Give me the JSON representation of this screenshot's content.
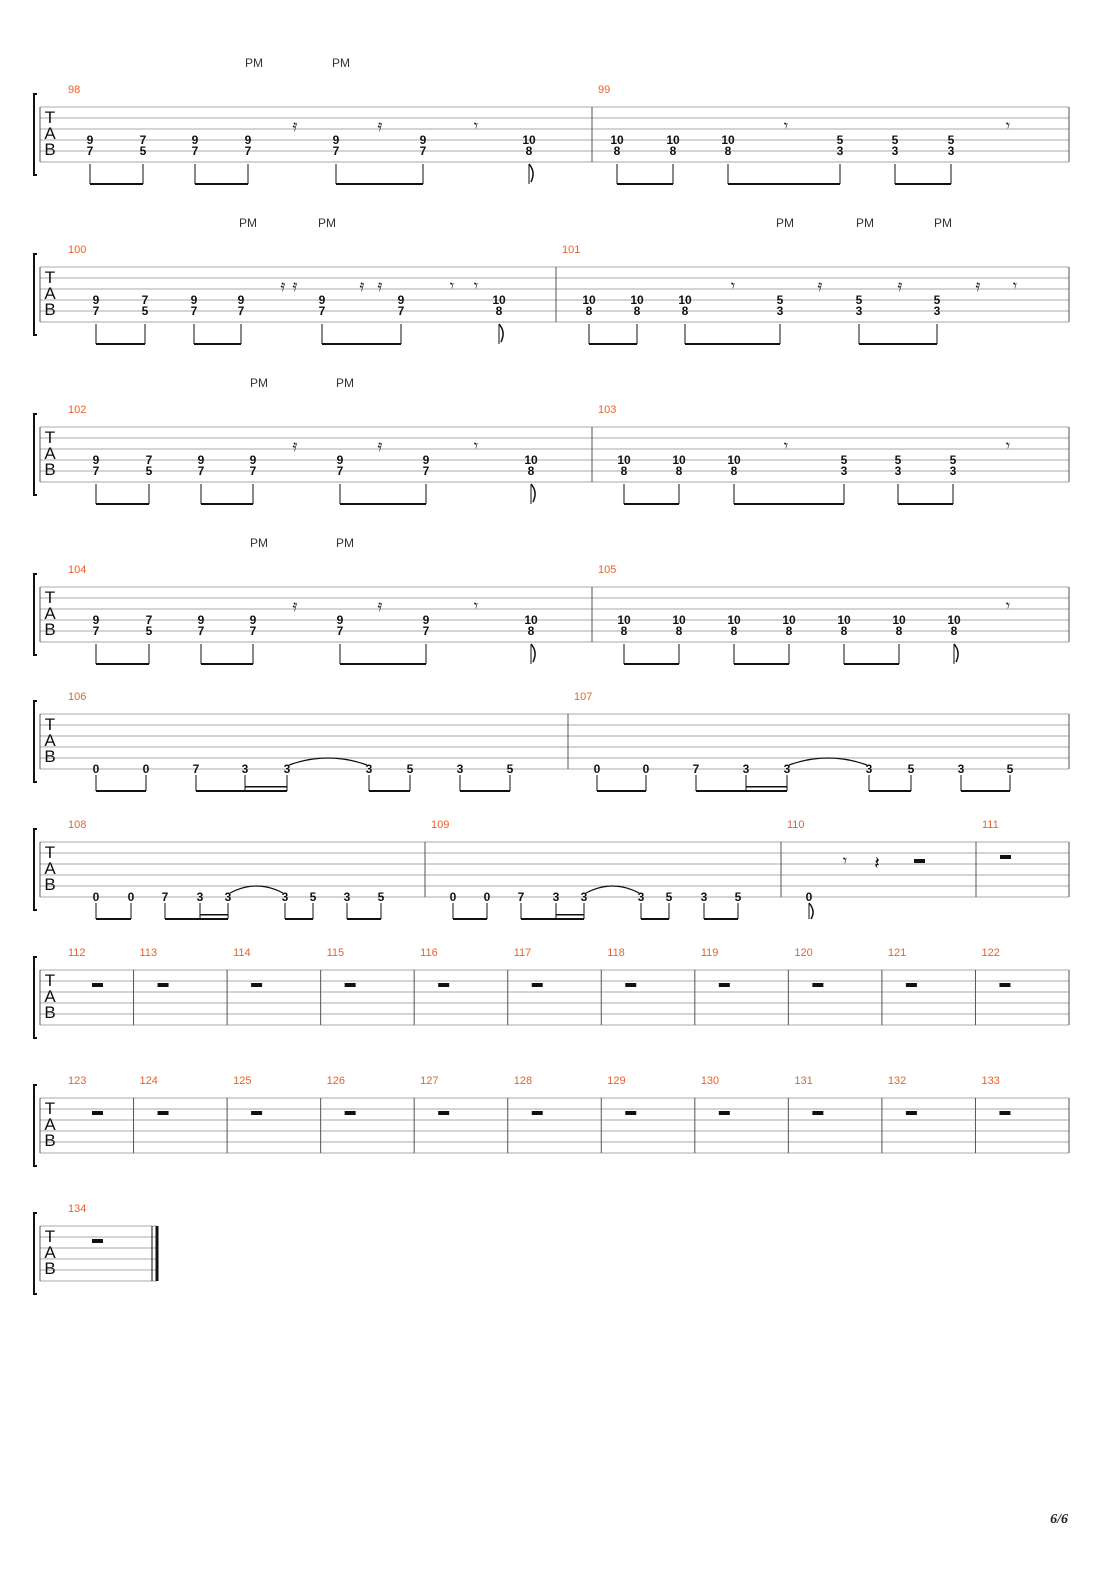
{
  "page": {
    "page_number": "6/6"
  },
  "tab_clef": [
    "T",
    "A",
    "B"
  ],
  "pm_label": "PM",
  "systems": [
    {
      "measures": [
        {
          "number": "98",
          "notes": [
            [
              "9",
              "7"
            ],
            [
              "7",
              "5"
            ],
            [
              "9",
              "7"
            ],
            [
              "9",
              "7"
            ],
            [
              "9",
              "7"
            ],
            [
              "9",
              "7"
            ],
            [
              "10",
              "8"
            ]
          ],
          "pm_count": 2
        },
        {
          "number": "99",
          "notes": [
            [
              "10",
              "8"
            ],
            [
              "10",
              "8"
            ],
            [
              "10",
              "8"
            ],
            [
              "5",
              "3"
            ],
            [
              "5",
              "3"
            ],
            [
              "5",
              "3"
            ]
          ],
          "pm_count": 0
        }
      ]
    },
    {
      "measures": [
        {
          "number": "100",
          "notes": [
            [
              "9",
              "7"
            ],
            [
              "7",
              "5"
            ],
            [
              "9",
              "7"
            ],
            [
              "9",
              "7"
            ],
            [
              "9",
              "7"
            ],
            [
              "9",
              "7"
            ],
            [
              "10",
              "8"
            ]
          ],
          "pm_count": 2
        },
        {
          "number": "101",
          "notes": [
            [
              "10",
              "8"
            ],
            [
              "10",
              "8"
            ],
            [
              "10",
              "8"
            ],
            [
              "5",
              "3"
            ],
            [
              "5",
              "3"
            ],
            [
              "5",
              "3"
            ]
          ],
          "pm_count": 3
        }
      ]
    },
    {
      "measures": [
        {
          "number": "102",
          "notes": [
            [
              "9",
              "7"
            ],
            [
              "7",
              "5"
            ],
            [
              "9",
              "7"
            ],
            [
              "9",
              "7"
            ],
            [
              "9",
              "7"
            ],
            [
              "9",
              "7"
            ],
            [
              "10",
              "8"
            ]
          ],
          "pm_count": 2
        },
        {
          "number": "103",
          "notes": [
            [
              "10",
              "8"
            ],
            [
              "10",
              "8"
            ],
            [
              "10",
              "8"
            ],
            [
              "5",
              "3"
            ],
            [
              "5",
              "3"
            ],
            [
              "5",
              "3"
            ]
          ],
          "pm_count": 0
        }
      ]
    },
    {
      "measures": [
        {
          "number": "104",
          "notes": [
            [
              "9",
              "7"
            ],
            [
              "7",
              "5"
            ],
            [
              "9",
              "7"
            ],
            [
              "9",
              "7"
            ],
            [
              "9",
              "7"
            ],
            [
              "9",
              "7"
            ],
            [
              "10",
              "8"
            ]
          ],
          "pm_count": 2
        },
        {
          "number": "105",
          "notes": [
            [
              "10",
              "8"
            ],
            [
              "10",
              "8"
            ],
            [
              "10",
              "8"
            ],
            [
              "10",
              "8"
            ],
            [
              "10",
              "8"
            ],
            [
              "10",
              "8"
            ],
            [
              "10",
              "8"
            ]
          ],
          "pm_count": 0
        }
      ]
    },
    {
      "measures": [
        {
          "number": "106",
          "single": [
            "0",
            "0",
            "7",
            "3",
            "3",
            "3",
            "5",
            "3",
            "5"
          ]
        },
        {
          "number": "107",
          "single": [
            "0",
            "0",
            "7",
            "3",
            "3",
            "3",
            "5",
            "3",
            "5"
          ]
        }
      ]
    },
    {
      "measures": [
        {
          "number": "108",
          "single": [
            "0",
            "0",
            "7",
            "3",
            "3",
            "3",
            "5",
            "3",
            "5"
          ]
        },
        {
          "number": "109",
          "single": [
            "0",
            "0",
            "7",
            "3",
            "3",
            "3",
            "5",
            "3",
            "5"
          ]
        },
        {
          "number": "110",
          "single": [
            "0"
          ]
        },
        {
          "number": "111",
          "rest": true
        }
      ]
    },
    {
      "measures": [
        {
          "number": "112",
          "rest": true
        },
        {
          "number": "113",
          "rest": true
        },
        {
          "number": "114",
          "rest": true
        },
        {
          "number": "115",
          "rest": true
        },
        {
          "number": "116",
          "rest": true
        },
        {
          "number": "117",
          "rest": true
        },
        {
          "number": "118",
          "rest": true
        },
        {
          "number": "119",
          "rest": true
        },
        {
          "number": "120",
          "rest": true
        },
        {
          "number": "121",
          "rest": true
        },
        {
          "number": "122",
          "rest": true
        }
      ]
    },
    {
      "measures": [
        {
          "number": "123",
          "rest": true
        },
        {
          "number": "124",
          "rest": true
        },
        {
          "number": "125",
          "rest": true
        },
        {
          "number": "126",
          "rest": true
        },
        {
          "number": "127",
          "rest": true
        },
        {
          "number": "128",
          "rest": true
        },
        {
          "number": "129",
          "rest": true
        },
        {
          "number": "130",
          "rest": true
        },
        {
          "number": "131",
          "rest": true
        },
        {
          "number": "132",
          "rest": true
        },
        {
          "number": "133",
          "rest": true
        }
      ]
    },
    {
      "measures": [
        {
          "number": "134",
          "rest": true,
          "final": true
        }
      ]
    }
  ],
  "colors": {
    "measure_number": "#e8622a",
    "staff_line": "#a8a8a8",
    "ink": "#111111",
    "barline": "#555555"
  }
}
